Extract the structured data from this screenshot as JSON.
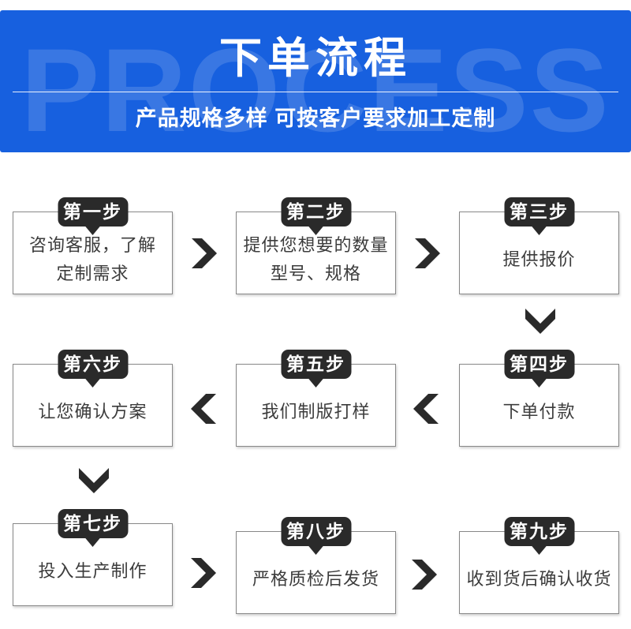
{
  "header": {
    "watermark_text": "PROCESS",
    "title": "下单流程",
    "subtitle": "产品规格多样 可按客户要求加工定制"
  },
  "steps": [
    {
      "badge": "第一步",
      "text": "咨询客服，了解\n定制需求"
    },
    {
      "badge": "第二步",
      "text": "提供您想要的数量\n型号、规格"
    },
    {
      "badge": "第三步",
      "text": "提供报价"
    },
    {
      "badge": "第四步",
      "text": "下单付款"
    },
    {
      "badge": "第五步",
      "text": "我们制版打样"
    },
    {
      "badge": "第六步",
      "text": "让您确认方案"
    },
    {
      "badge": "第七步",
      "text": "投入生产制作"
    },
    {
      "badge": "第八步",
      "text": "严格质检后发货"
    },
    {
      "badge": "第九步",
      "text": "收到货后确认收货"
    }
  ],
  "arrows": [
    {
      "name": "arrow-step1-to-step2",
      "direction": "right"
    },
    {
      "name": "arrow-step2-to-step3",
      "direction": "right"
    },
    {
      "name": "arrow-step3-to-step4",
      "direction": "down"
    },
    {
      "name": "arrow-step4-to-step5",
      "direction": "left"
    },
    {
      "name": "arrow-step5-to-step6",
      "direction": "left"
    },
    {
      "name": "arrow-step6-to-step7",
      "direction": "down"
    },
    {
      "name": "arrow-step7-to-step8",
      "direction": "right"
    },
    {
      "name": "arrow-step8-to-step9",
      "direction": "right"
    }
  ],
  "colors": {
    "banner_bg": "#1760df",
    "banner_text": "#ffffff",
    "watermark": "rgba(255,255,255,0.15)",
    "badge_bg": "#2a2a2a",
    "badge_text": "#ffffff",
    "box_border": "#888888",
    "box_text": "#3c3c3c",
    "arrow": "#2a2a2a"
  }
}
